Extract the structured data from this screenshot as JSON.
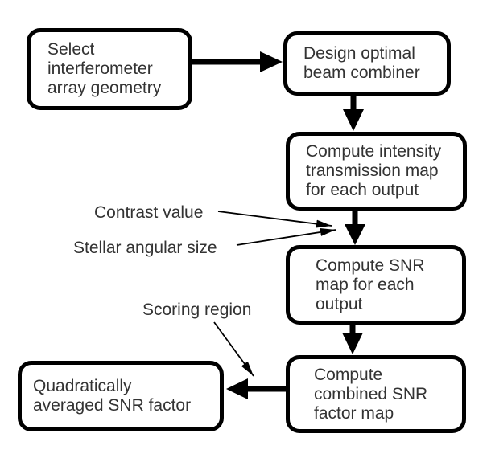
{
  "colors": {
    "background": "#ffffff",
    "box_border": "#000000",
    "arrow": "#000000",
    "text": "#333333"
  },
  "nodes": [
    {
      "id": "select-geometry",
      "lines": [
        "Select",
        "interferometer",
        "array geometry"
      ]
    },
    {
      "id": "design-combiner",
      "lines": [
        "Design optimal",
        "beam combiner"
      ]
    },
    {
      "id": "intensity-map",
      "lines": [
        "Compute intensity",
        "transmission map",
        "for each output"
      ]
    },
    {
      "id": "snr-map",
      "lines": [
        "Compute SNR",
        "map for each",
        "output"
      ]
    },
    {
      "id": "combined-snr-map",
      "lines": [
        "Compute",
        "combined SNR",
        "factor map"
      ]
    },
    {
      "id": "averaged-snr",
      "lines": [
        "Quadratically",
        "averaged SNR factor"
      ]
    }
  ],
  "annotations": [
    {
      "id": "contrast-value",
      "label": "Contrast value"
    },
    {
      "id": "stellar-angular-size",
      "label": "Stellar angular size"
    },
    {
      "id": "scoring-region",
      "label": "Scoring region"
    }
  ]
}
